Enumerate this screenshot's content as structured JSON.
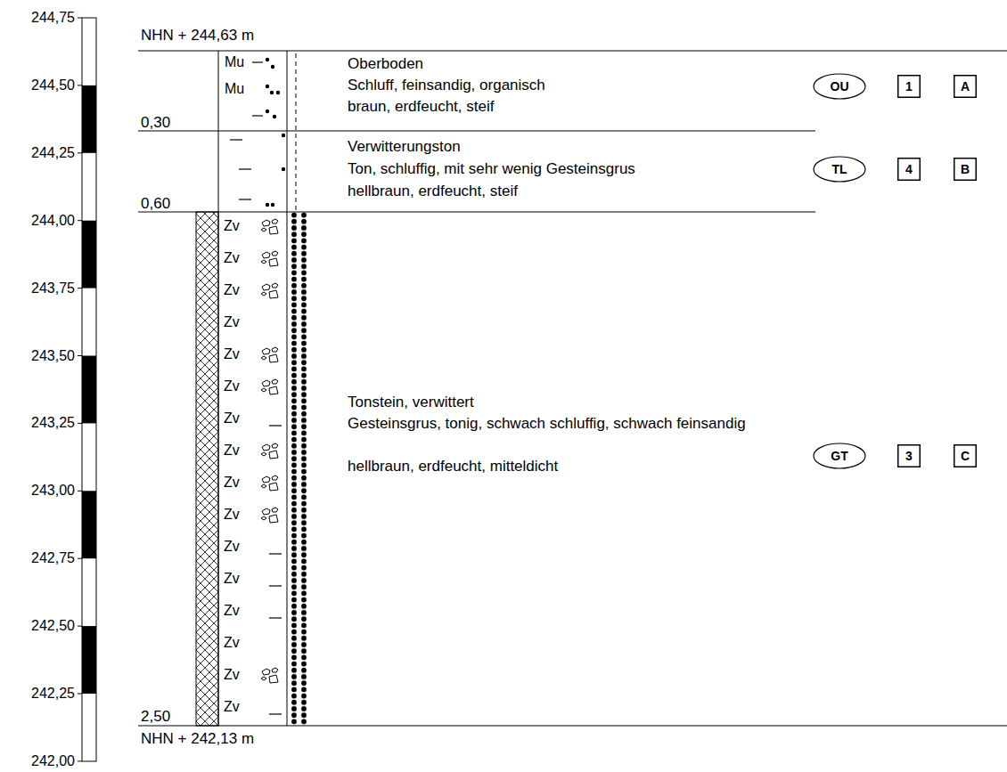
{
  "diagram": {
    "nodes": [
      {
        "text": [
          "OU"
        ]
      },
      {
        "text": [
          "1"
        ]
      },
      {
        "text": [
          "A"
        ]
      },
      {
        "text": [
          "TL"
        ]
      },
      {
        "text": [
          "4"
        ]
      },
      {
        "text": [
          "B"
        ]
      },
      {
        "text": [
          "GT"
        ]
      },
      {
        "text": [
          "3"
        ]
      },
      {
        "text": [
          "C"
        ]
      }
    ],
    "labels": [
      "244,75",
      "244,50",
      "244,25",
      "244,00",
      "243,75",
      "243,50",
      "243,25",
      "243,00",
      "242,75",
      "242,50",
      "242,25",
      "242,00",
      "NHN + 244,63 m",
      "0,30",
      "0,60",
      "2,50",
      "NHN + 242,13 m",
      "Oberboden",
      "Schluff, feinsandig, organisch",
      "braun, erdfeucht, steif",
      "Verwitterungston",
      "Ton, schluffig, mit sehr wenig Gesteinsgrus",
      "hellbraun, erdfeucht, steif",
      "Tonstein, verwittert",
      "Gesteinsgrus, tonig, schwach schluffig, schwach feinsandig",
      "hellbraun, erdfeucht, mitteldicht",
      "Mu",
      "Mu",
      "Zv",
      "Zv",
      "Zv",
      "Zv",
      "Zv",
      "Zv",
      "Zv",
      "Zv",
      "Zv",
      "Zv",
      "Zv",
      "Zv",
      "Zv",
      "Zv",
      "Zv",
      "Zv"
    ]
  }
}
